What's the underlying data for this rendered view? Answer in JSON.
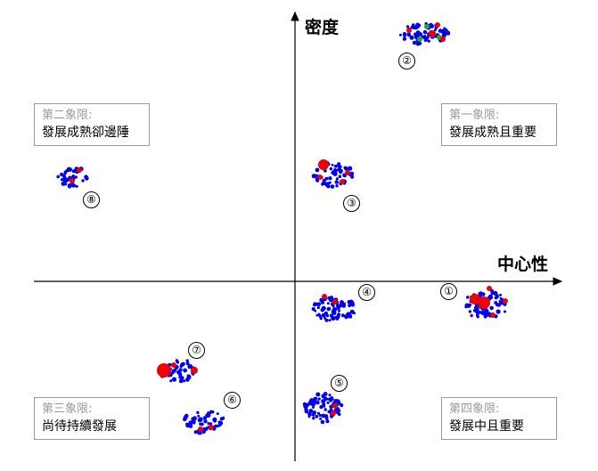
{
  "axes": {
    "y_label": "密度",
    "x_label": "中心性"
  },
  "quadrants": [
    {
      "id": "q1",
      "title": "第一象限:",
      "desc": "發展成熟且重要"
    },
    {
      "id": "q2",
      "title": "第二象限:",
      "desc": "發展成熟卻邊陲"
    },
    {
      "id": "q3",
      "title": "第三象限:",
      "desc": "尚待持續發展"
    },
    {
      "id": "q4",
      "title": "第四象限:",
      "desc": "發展中且重要"
    }
  ],
  "clusters": [
    {
      "label": "①",
      "center": "right",
      "level": "low"
    },
    {
      "label": "②",
      "center": "right",
      "level": "very high"
    },
    {
      "label": "③",
      "center": "neutral",
      "level": "high"
    },
    {
      "label": "④",
      "center": "neutral",
      "level": "low"
    },
    {
      "label": "⑤",
      "center": "neutral",
      "level": "very low"
    },
    {
      "label": "⑥",
      "center": "left",
      "level": "very low"
    },
    {
      "label": "⑦",
      "center": "left",
      "level": "very low"
    },
    {
      "label": "⑧",
      "center": "left",
      "level": "high"
    }
  ],
  "colors": {
    "node": "#0000ee",
    "highlight": "#ee0000",
    "accent": "#22aa22",
    "axis": "#000000",
    "box_border": "#9a9a9a"
  }
}
